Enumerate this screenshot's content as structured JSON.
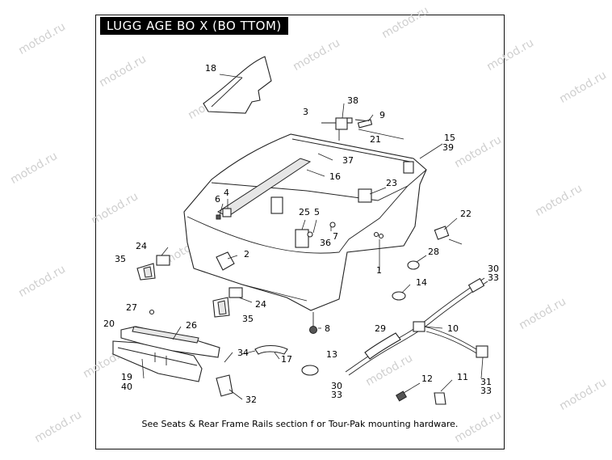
{
  "title": "LUGG AGE BO X (BO TTOM)",
  "footnote": "See Seats & Rear Frame Rails section f or Tour-Pak mounting hardware.",
  "watermark_text": "motod.ru",
  "callouts": [
    {
      "id": "c18",
      "label": "18"
    },
    {
      "id": "c3",
      "label": "3"
    },
    {
      "id": "c38",
      "label": "38"
    },
    {
      "id": "c9",
      "label": "9"
    },
    {
      "id": "c21",
      "label": "21"
    },
    {
      "id": "c15",
      "label": "15"
    },
    {
      "id": "c39",
      "label": "39"
    },
    {
      "id": "c37",
      "label": "37"
    },
    {
      "id": "c16",
      "label": "16"
    },
    {
      "id": "c23",
      "label": "23"
    },
    {
      "id": "c6",
      "label": "6"
    },
    {
      "id": "c4",
      "label": "4"
    },
    {
      "id": "c25",
      "label": "25"
    },
    {
      "id": "c5",
      "label": "5"
    },
    {
      "id": "c22",
      "label": "22"
    },
    {
      "id": "c7",
      "label": "7"
    },
    {
      "id": "c36",
      "label": "36"
    },
    {
      "id": "c24a",
      "label": "24"
    },
    {
      "id": "c35a",
      "label": "35"
    },
    {
      "id": "c2",
      "label": "2"
    },
    {
      "id": "c28",
      "label": "28"
    },
    {
      "id": "c1",
      "label": "1"
    },
    {
      "id": "c30a",
      "label": "30"
    },
    {
      "id": "c33a",
      "label": "33"
    },
    {
      "id": "c14",
      "label": "14"
    },
    {
      "id": "c24b",
      "label": "24"
    },
    {
      "id": "c27",
      "label": "27"
    },
    {
      "id": "c35b",
      "label": "35"
    },
    {
      "id": "c8",
      "label": "8"
    },
    {
      "id": "c20",
      "label": "20"
    },
    {
      "id": "c26",
      "label": "26"
    },
    {
      "id": "c29",
      "label": "29"
    },
    {
      "id": "c10",
      "label": "10"
    },
    {
      "id": "c34",
      "label": "34"
    },
    {
      "id": "c17",
      "label": "17"
    },
    {
      "id": "c13",
      "label": "13"
    },
    {
      "id": "c19",
      "label": "19"
    },
    {
      "id": "c40",
      "label": "40"
    },
    {
      "id": "c30b",
      "label": "30"
    },
    {
      "id": "c33b",
      "label": "33"
    },
    {
      "id": "c12",
      "label": "12"
    },
    {
      "id": "c11",
      "label": "11"
    },
    {
      "id": "c31",
      "label": "31"
    },
    {
      "id": "c33c",
      "label": "33"
    },
    {
      "id": "c32",
      "label": "32"
    }
  ]
}
